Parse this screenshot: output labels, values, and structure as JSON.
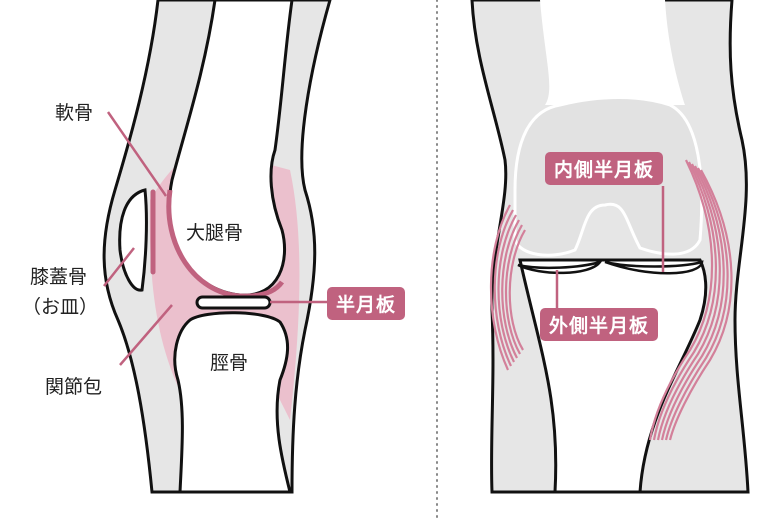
{
  "left_diagram": {
    "labels": {
      "cartilage": "軟骨",
      "femur": "大腿骨",
      "patella": "膝蓋骨",
      "patella_note": "（お皿）",
      "joint_capsule": "関節包",
      "tibia": "脛骨",
      "meniscus": "半月板"
    }
  },
  "right_diagram": {
    "labels": {
      "medial_meniscus": "内側半月板",
      "lateral_meniscus": "外側半月板"
    }
  },
  "colors": {
    "accent": "#c0627f",
    "capsule": "#ebc0cd",
    "tissue": "#e6e6e6",
    "outline": "#111111"
  }
}
